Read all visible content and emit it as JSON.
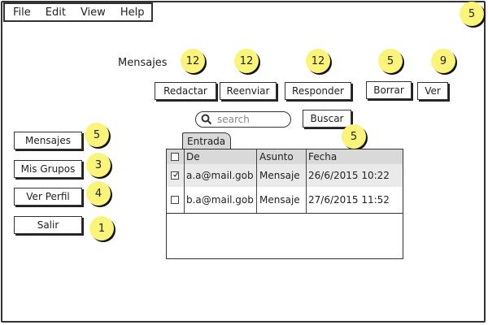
{
  "menu": {
    "file": "File",
    "edit": "Edit",
    "view": "View",
    "help": "Help"
  },
  "window_badge": "5",
  "toolbar": {
    "title": "Mensajes",
    "buttons": [
      {
        "label": "Redactar",
        "badge": "12"
      },
      {
        "label": "Reenviar",
        "badge": "12"
      },
      {
        "label": "Responder",
        "badge": "12"
      },
      {
        "label": "Borrar",
        "badge": "5"
      },
      {
        "label": "Ver",
        "badge": "9"
      }
    ]
  },
  "search": {
    "placeholder": "search",
    "button": "Buscar"
  },
  "sidebar": [
    {
      "label": "Mensajes",
      "badge": "5"
    },
    {
      "label": "Mis Grupos",
      "badge": "3"
    },
    {
      "label": "Ver Perfil",
      "badge": "4"
    },
    {
      "label": "Salir",
      "badge": "1"
    }
  ],
  "inbox": {
    "tab": "Entrada",
    "tab_badge": "5",
    "columns": [
      "De",
      "Asunto",
      "Fecha"
    ],
    "rows": [
      {
        "checked": true,
        "from": "a.a@mail.gob",
        "subject": "Mensaje",
        "date": "26/6/2015 10:22"
      },
      {
        "checked": false,
        "from": "b.a@mail.gob",
        "subject": "Mensaje",
        "date": "27/6/2015 11:52"
      }
    ]
  }
}
